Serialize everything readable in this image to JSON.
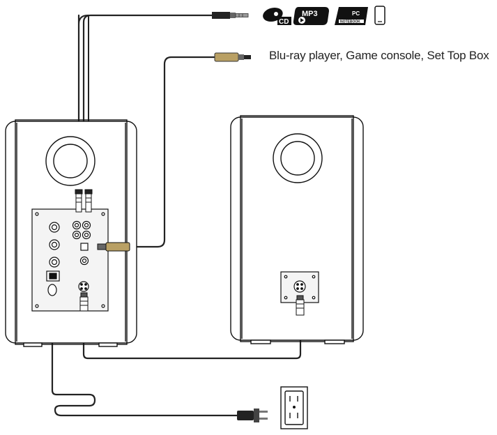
{
  "caption": "Blu-ray player, Game console, Set Top Box",
  "source_icons": [
    {
      "name": "cd-icon",
      "text": "CD"
    },
    {
      "name": "mp3-icon",
      "text": "MP3"
    },
    {
      "name": "pc-notebook-icon",
      "text_top": "PC",
      "text_bottom": "NOTEBOOK"
    },
    {
      "name": "phone-icon"
    }
  ],
  "colors": {
    "line": "#111111",
    "cable": "#222222",
    "optical_plug": "#b9a064",
    "speaker_fill": "#ffffff",
    "panel_fill": "#f4f4f4"
  }
}
